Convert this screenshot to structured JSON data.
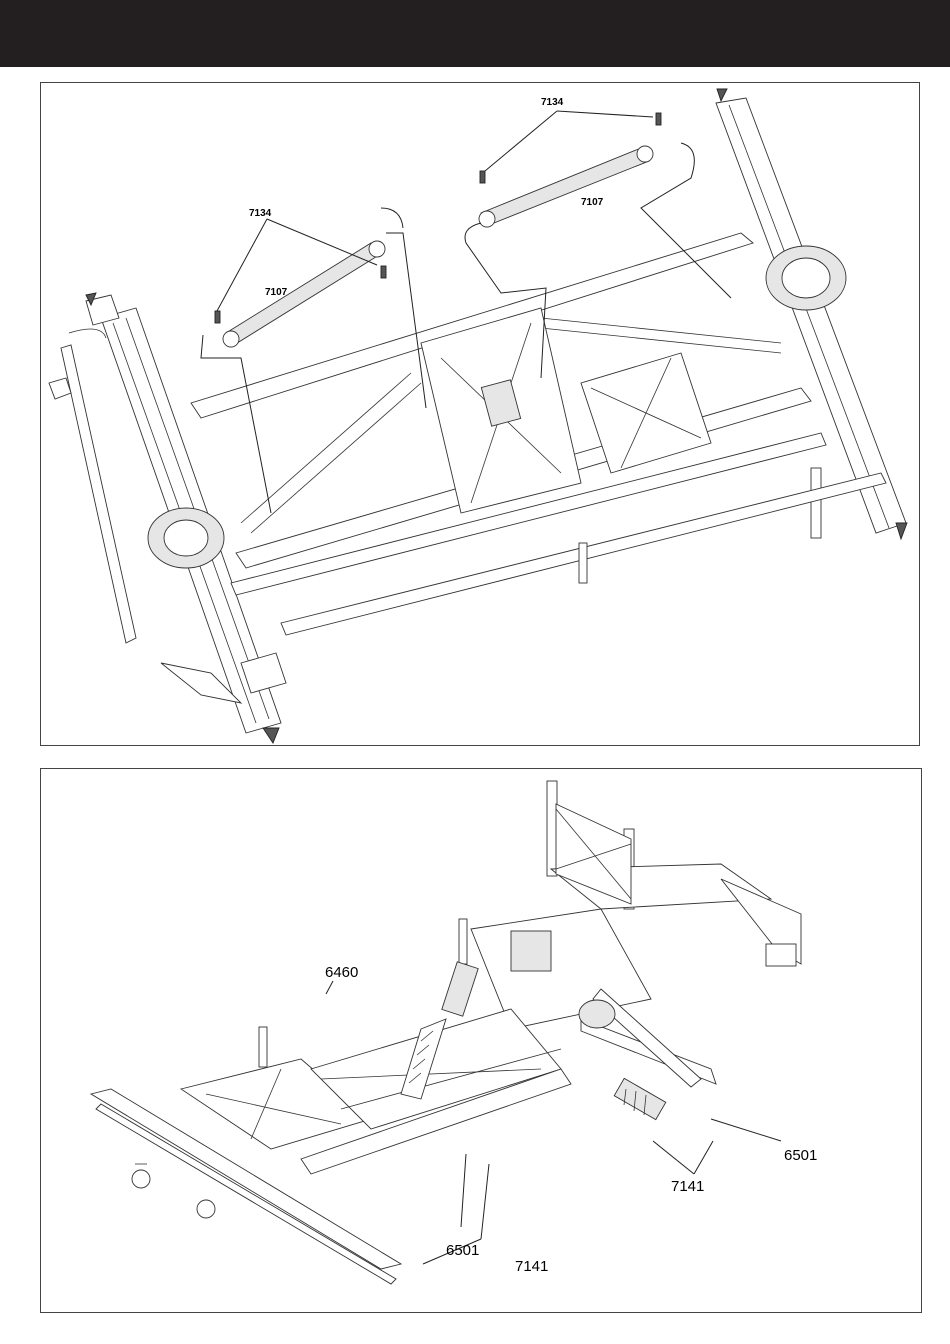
{
  "header": {
    "color": "#231f20"
  },
  "step1": {
    "callouts": {
      "screw_left": "7134",
      "shaft_left": "7107",
      "screw_right": "7134",
      "shaft_right": "7107"
    }
  },
  "step2": {
    "callouts": {
      "mount_front": "6460",
      "shock_front": "6501",
      "screw_front": "7141",
      "shock_rear": "6501",
      "screw_rear": "7141"
    }
  }
}
